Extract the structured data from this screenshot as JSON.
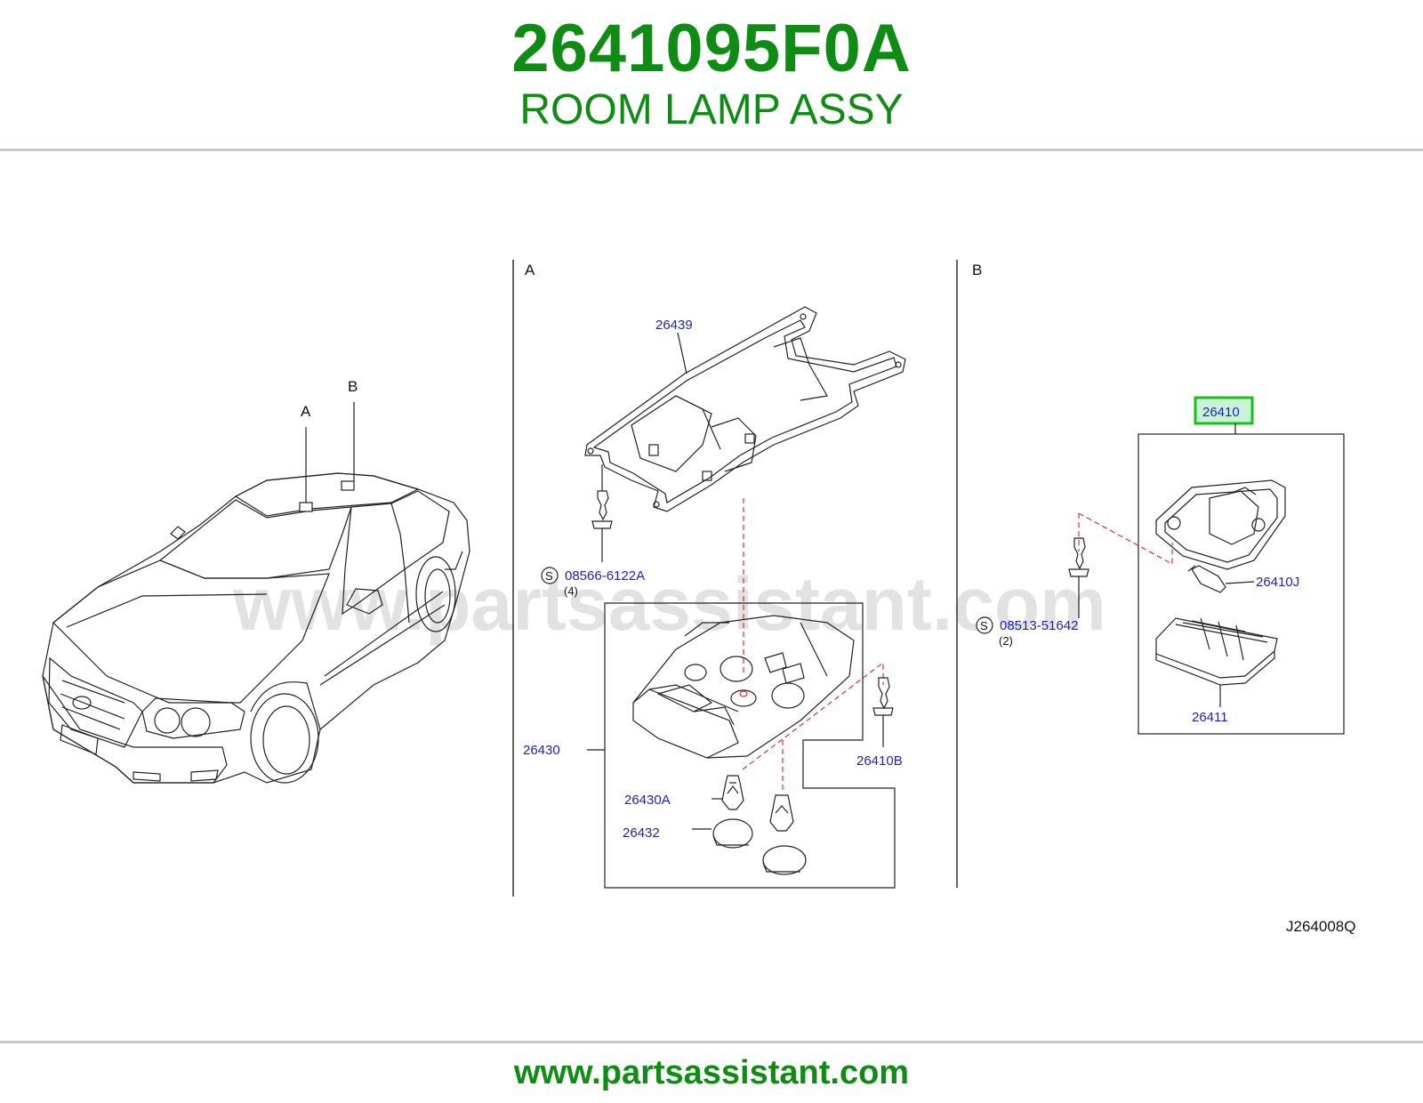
{
  "header": {
    "part_number": "2641095F0A",
    "part_name": "ROOM LAMP ASSY"
  },
  "footer": {
    "url": "www.partsassistant.com"
  },
  "diagram": {
    "watermark": "www.partsassistant.com",
    "drawing_code": "J264008Q",
    "section_labels": [
      "A",
      "B"
    ],
    "car_callouts": [
      "A",
      "B"
    ],
    "parts": {
      "p26439": "26439",
      "p08566": "08566-6122A",
      "p08566_qty": "(4)",
      "p26430": "26430",
      "p26430A": "26430A",
      "p26432": "26432",
      "p26410B": "26410B",
      "p26410": "26410",
      "p26410J": "26410J",
      "p08513": "08513-51642",
      "p08513_qty": "(2)",
      "p26411": "26411",
      "screw_symbol": "S"
    },
    "colors": {
      "brand_green": "#0f8c14",
      "label_blue": "#1f1fbf",
      "highlight_green": "#19c219",
      "highlight_fill": "#c9f2d6",
      "leader_red": "#e03030"
    }
  }
}
